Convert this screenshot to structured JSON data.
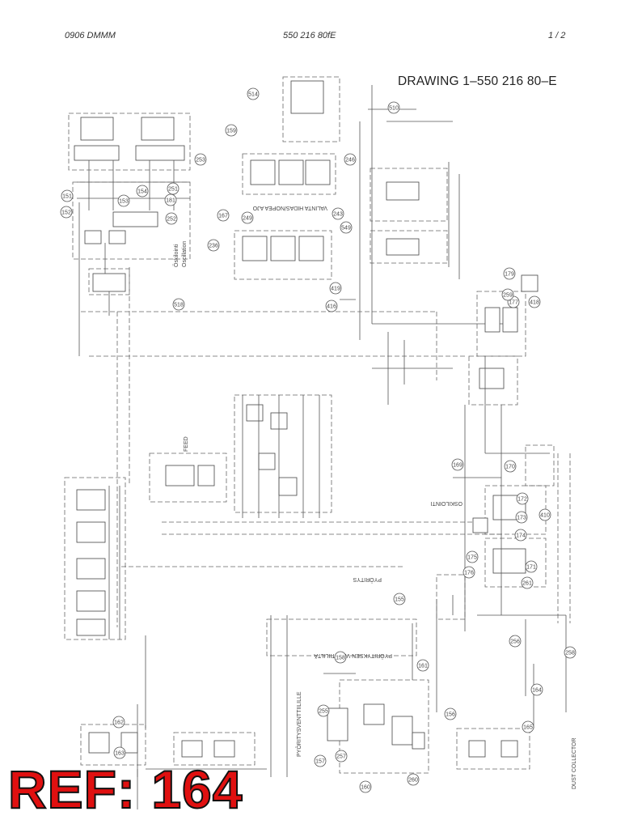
{
  "header": {
    "left": "0906 DMMM",
    "center": "550 216 80fE",
    "right": "1 /  2"
  },
  "drawing_title": "DRAWING  1–550 216 80–E",
  "overlay_label": "REF: 164",
  "labels": {
    "feed": "FEED",
    "oscillation": "Oscillation",
    "oscillation_fi": "Öskilointi",
    "pyority": "PYÖRITYS",
    "pyority_valve": "PYÖRITYKSEN VENTTIILILTÄ",
    "pyority_to": "PYÖRITYSVENTTIILILLE",
    "dust_collector": "DUST COLLECTOR",
    "oskilointi_small": "OSKILOINTI",
    "valinta": "VALINTA HIDAS/NOPEA AJO"
  },
  "reference_numbers": [
    "151",
    "152",
    "153",
    "154",
    "155",
    "156",
    "157",
    "158",
    "159",
    "160",
    "161",
    "162",
    "163",
    "164",
    "165",
    "167",
    "169",
    "170",
    "171",
    "172",
    "173",
    "174",
    "175",
    "176",
    "177",
    "179",
    "181",
    "236",
    "243",
    "246",
    "249",
    "251",
    "252",
    "253",
    "255",
    "256",
    "257",
    "258",
    "259",
    "260",
    "261",
    "410",
    "416",
    "418",
    "419",
    "510",
    "514",
    "518",
    "549"
  ]
}
